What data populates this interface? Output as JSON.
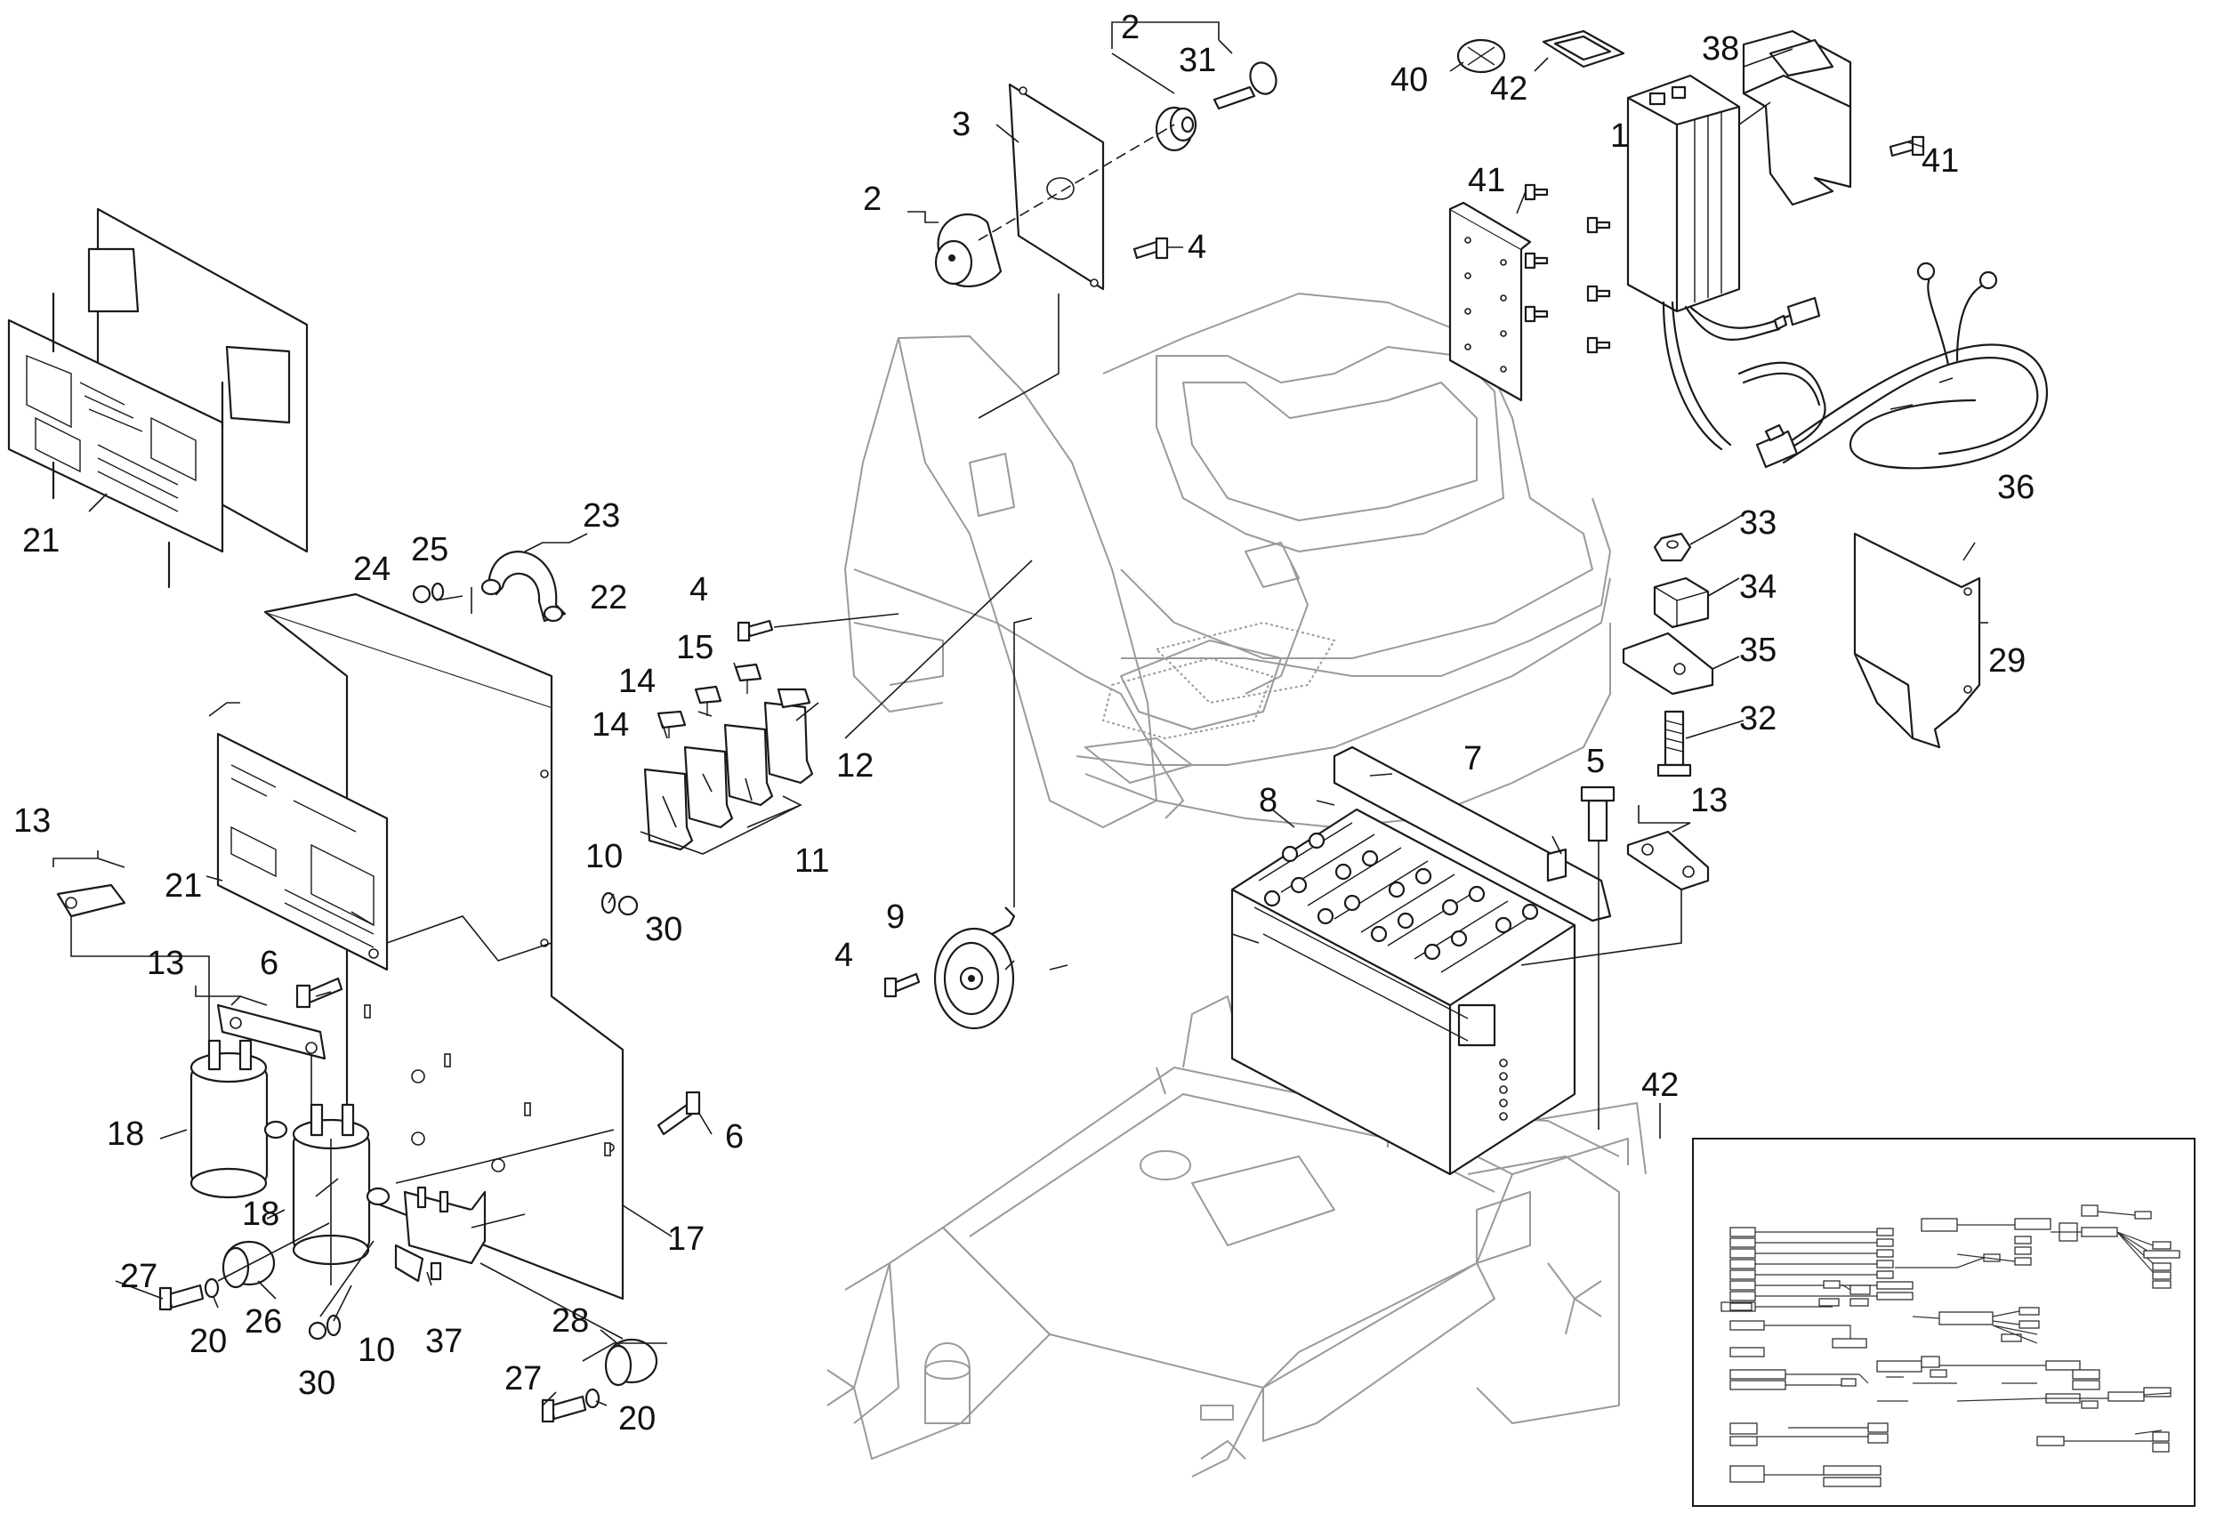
{
  "diagram": {
    "callouts": {
      "c1": "1",
      "c2a": "2",
      "c2b": "2",
      "c3": "3",
      "c4a": "4",
      "c4b": "4",
      "c4c": "4",
      "c5": "5",
      "c6a": "6",
      "c6b": "6",
      "c7": "7",
      "c8": "8",
      "c9": "9",
      "c10a": "10",
      "c10b": "10",
      "c11": "11",
      "c12": "12",
      "c13a": "13",
      "c13b": "13",
      "c13c": "13",
      "c14a": "14",
      "c14b": "14",
      "c15": "15",
      "c17": "17",
      "c18a": "18",
      "c18b": "18",
      "c20a": "20",
      "c20b": "20",
      "c21a": "21",
      "c21b": "21",
      "c22": "22",
      "c23": "23",
      "c24": "24",
      "c25": "25",
      "c26": "26",
      "c27a": "27",
      "c27b": "27",
      "c28": "28",
      "c29": "29",
      "c30a": "30",
      "c30b": "30",
      "c31": "31",
      "c32": "32",
      "c33": "33",
      "c34": "34",
      "c35": "35",
      "c36": "36",
      "c37": "37",
      "c38": "38",
      "c40": "40",
      "c41a": "41",
      "c41b": "41",
      "c42a": "42",
      "c42b": "42"
    }
  }
}
